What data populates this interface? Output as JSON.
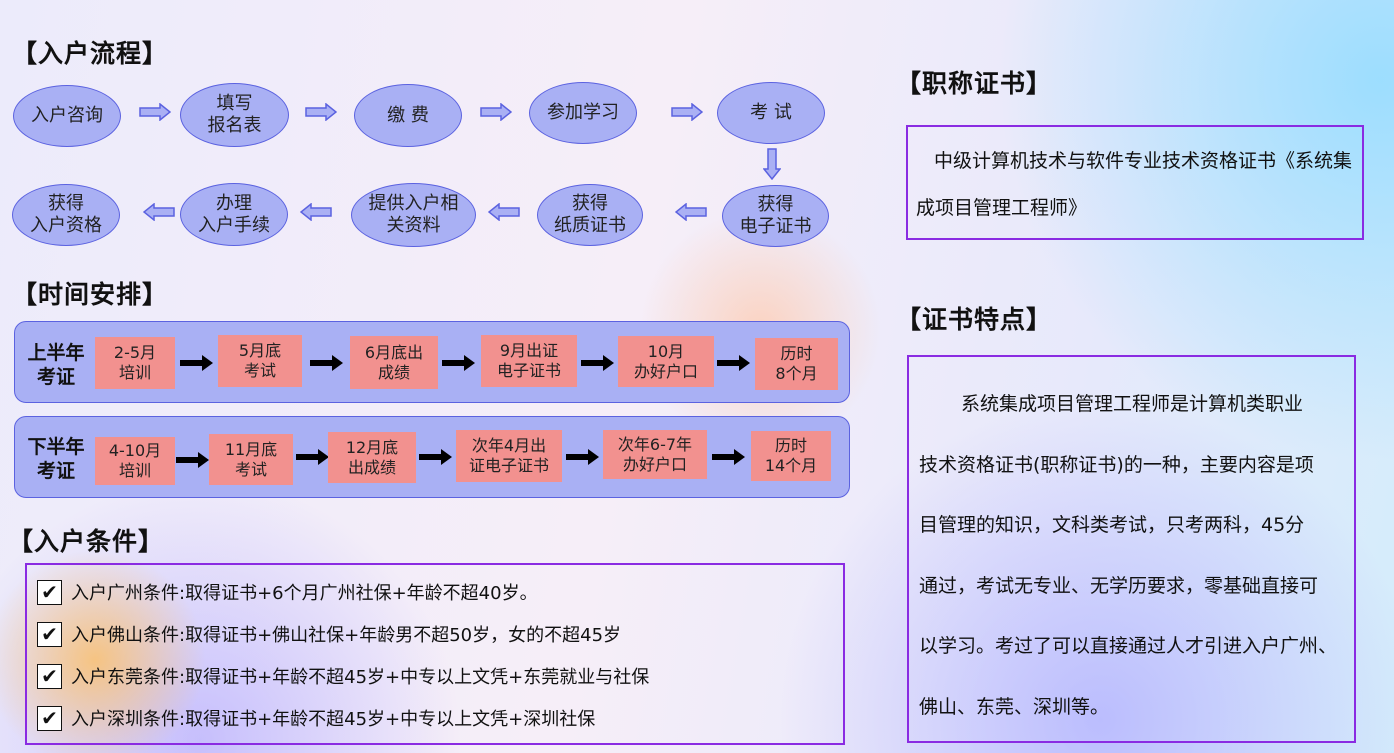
{
  "sections": {
    "process": "【入户流程】",
    "schedule": "【时间安排】",
    "conditions": "【入户条件】",
    "title_cert": "【职称证书】",
    "features": "【证书特点】"
  },
  "flow": [
    "入户咨询",
    "填写\n报名表",
    "缴 费",
    "参加学习",
    "考 试",
    "获得\n电子证书",
    "获得\n纸质证书",
    "提供入户相\n关资料",
    "办理\n入户手续",
    "获得\n入户资格"
  ],
  "schedule": {
    "first_half": {
      "label": "上半年\n考证",
      "steps": [
        "2-5月\n培训",
        "5月底\n考试",
        "6月底出\n成绩",
        "9月出证\n电子证书",
        "10月\n办好户口",
        "历时\n8个月"
      ]
    },
    "second_half": {
      "label": "下半年\n考证",
      "steps": [
        "4-10月\n培训",
        "11月底\n考试",
        "12月底\n出成绩",
        "次年4月出\n证电子证书",
        "次年6-7年\n办好户口",
        "历时\n14个月"
      ]
    }
  },
  "conditions": {
    "check_glyph": "✔",
    "items": [
      "入户广州条件:取得证书+6个月广州社保+年龄不超40岁。",
      "入户佛山条件:取得证书+佛山社保+年龄男不超50岁，女的不超45岁",
      "入户东莞条件:取得证书+年龄不超45岁+中专以上文凭+东莞就业与社保",
      "入户深圳条件:取得证书+年龄不超45岁+中专以上文凭+深圳社保"
    ]
  },
  "cert": {
    "text": "中级计算机技术与软件专业技术资格证书《系统集成项目管理工程师》"
  },
  "features": {
    "lines": [
      "系统集成项目管理工程师是计算机类职业",
      "技术资格证书(职称证书)的一种，主要内容是项",
      "目管理的知识，文科类考试，只考两科，45分",
      "通过，考试无专业、无学历要求，零基础直接可",
      "以学习。考过了可以直接通过人才引进入户广州、",
      "佛山、东莞、深圳等。"
    ]
  },
  "colors": {
    "oval_fill": "#a9b0f4",
    "oval_border": "#5b62e0",
    "step_fill": "#f2918f",
    "box_border": "#8a2be2"
  }
}
